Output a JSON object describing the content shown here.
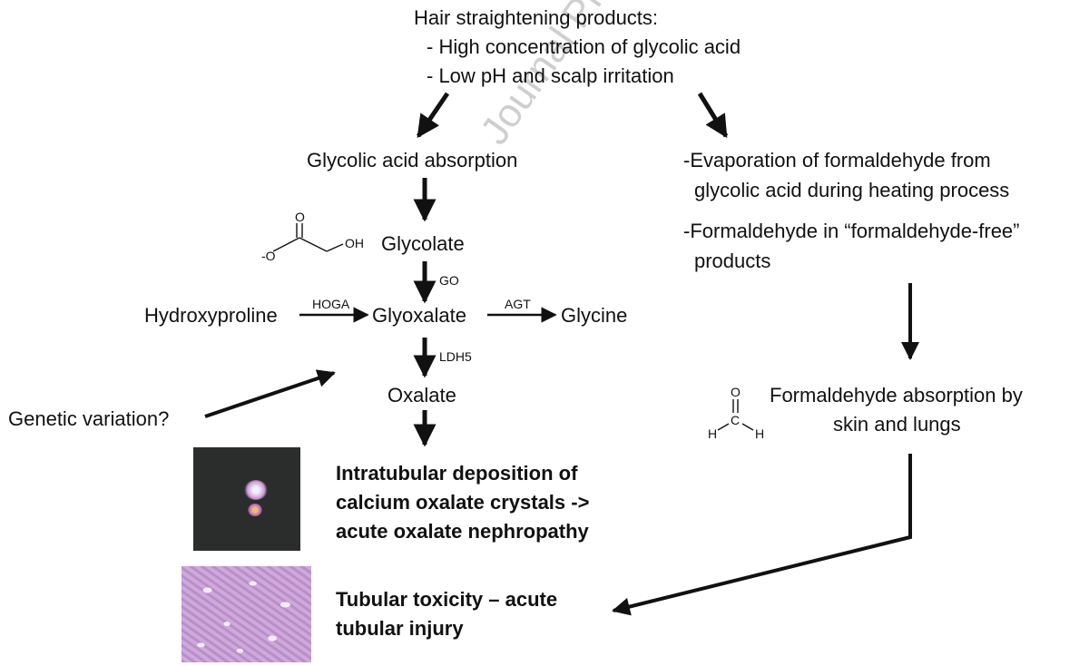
{
  "watermark": "Journal Pre-proof",
  "hair_products": {
    "title": "Hair straightening products:",
    "bullet1": "- High concentration of glycolic acid",
    "bullet2": "- Low pH and scalp irritation"
  },
  "left_path": {
    "glycolic_absorption": "Glycolic acid absorption",
    "glycolate": "Glycolate",
    "go_enzyme": "GO",
    "hydroxyproline": "Hydroxyproline",
    "hoga_enzyme": "HOGA",
    "glyoxalate": "Glyoxalate",
    "agt_enzyme": "AGT",
    "glycine": "Glycine",
    "ldh5_enzyme": "LDH5",
    "oxalate": "Oxalate",
    "genetic_variation": "Genetic variation?"
  },
  "glycolate_structure": {
    "o_top": "O",
    "o_minus": "-O",
    "oh": "OH"
  },
  "right_path": {
    "bullet1_line1": "-Evaporation of formaldehyde from",
    "bullet1_line2": "glycolic acid during heating process",
    "bullet2_line1": "-Formaldehyde in “formaldehyde-free”",
    "bullet2_line2": "products",
    "absorption_line1": "Formaldehyde absorption by",
    "absorption_line2": "skin and lungs"
  },
  "formaldehyde_structure": {
    "o": "O",
    "c": "C",
    "h_left": "H",
    "h_right": "H"
  },
  "outcomes": {
    "deposition_line1": "Intratubular deposition of",
    "deposition_line2": "calcium oxalate crystals ->",
    "deposition_line3": "acute oxalate nephropathy",
    "toxicity_line1": "Tubular toxicity – acute",
    "toxicity_line2": "tubular injury"
  },
  "colors": {
    "arrow": "#111111",
    "crystal_bg": "#2a2d2b",
    "histology_bg": "#c9a6d6"
  }
}
